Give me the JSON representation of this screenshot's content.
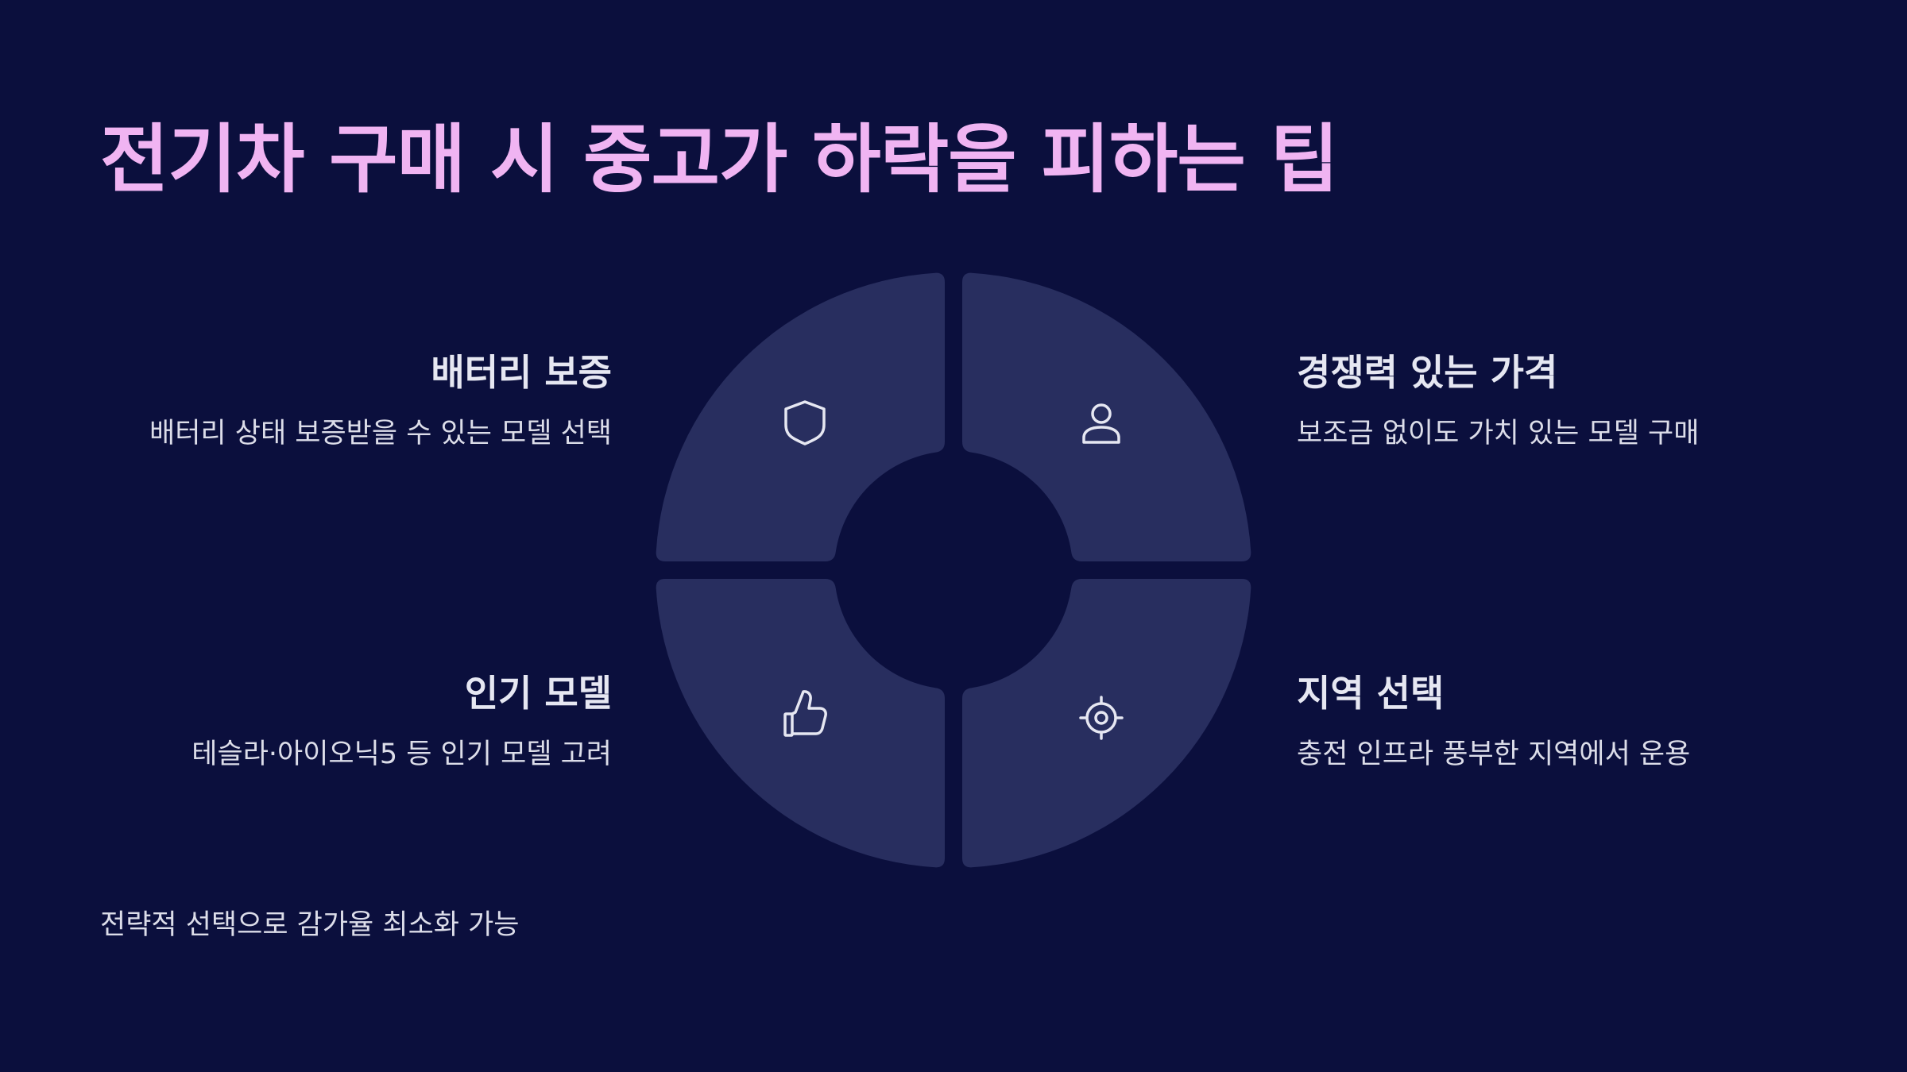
{
  "title": "전기차 구매 시 중고가 하락을 피하는 팁",
  "colors": {
    "background": "#0b0f3d",
    "title": "#f0b4f2",
    "segment": "#282e5f",
    "icon": "#e6e7f2"
  },
  "items": [
    {
      "position": "top-left",
      "icon": "shield-icon",
      "heading": "배터리 보증",
      "text": "배터리 상태 보증받을 수 있는 모델 선택"
    },
    {
      "position": "top-right",
      "icon": "user-icon",
      "heading": "경쟁력 있는 가격",
      "text": "보조금 없이도 가치 있는 모델 구매"
    },
    {
      "position": "bottom-left",
      "icon": "thumbs-up-icon",
      "heading": "인기 모델",
      "text": "테슬라·아이오닉5 등 인기 모델 고려"
    },
    {
      "position": "bottom-right",
      "icon": "target-icon",
      "heading": "지역 선택",
      "text": "충전 인프라 풍부한 지역에서 운용"
    }
  ],
  "footer": "전략적 선택으로 감가율 최소화 가능"
}
